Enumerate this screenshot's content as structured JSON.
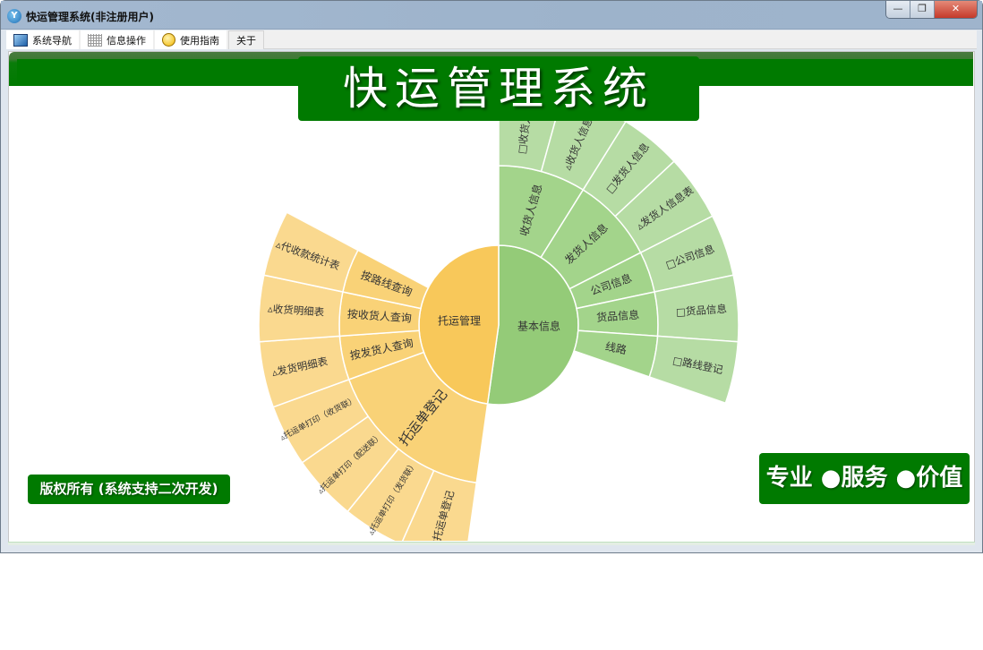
{
  "window": {
    "title": "快运管理系统(非注册用户)",
    "controls": {
      "minimize": "—",
      "restore": "❐",
      "close": "✕"
    }
  },
  "menu": [
    {
      "label": "系统导航",
      "icon": "monitor-icon"
    },
    {
      "label": "信息操作",
      "icon": "grid-icon"
    },
    {
      "label": "使用指南",
      "icon": "help-icon"
    },
    {
      "label": "关于",
      "icon": ""
    }
  ],
  "banner": {
    "title": "快运管理系统"
  },
  "footer": {
    "copyright": "版权所有 (系统支持二次开发)",
    "slogan": "专业 ●服务 ●价值"
  },
  "sunburst": {
    "colors": {
      "green": [
        "#94cb78",
        "#a3d48b",
        "#b6dca4"
      ],
      "orange": [
        "#f8c85a",
        "#f9d277",
        "#fad98f"
      ]
    },
    "roots": [
      {
        "label": "基本信息",
        "color": "green",
        "children": [
          {
            "label": "收货人信息",
            "children": [
              {
                "label": "□收货人信息"
              },
              {
                "label": "▵收货人信息表"
              }
            ]
          },
          {
            "label": "发货人信息",
            "children": [
              {
                "label": "□发货人信息"
              },
              {
                "label": "▵发货人信息表"
              }
            ]
          },
          {
            "label": "公司信息",
            "children": [
              {
                "label": "□公司信息"
              }
            ]
          },
          {
            "label": "货品信息",
            "children": [
              {
                "label": "□货品信息"
              }
            ]
          },
          {
            "label": "线路",
            "children": [
              {
                "label": "□路线登记"
              }
            ]
          }
        ]
      },
      {
        "label": "托运管理",
        "color": "orange",
        "children": [
          {
            "label": "托运单登记",
            "children": [
              {
                "label": "□托运单登记"
              },
              {
                "label": "▵托运单打印（发货联）"
              },
              {
                "label": "▵托运单打印（配送联）"
              },
              {
                "label": "▵托运单打印（收货联）"
              }
            ]
          },
          {
            "label": "按发货人查询",
            "children": [
              {
                "label": "▵发货明细表"
              }
            ]
          },
          {
            "label": "按收货人查询",
            "children": [
              {
                "label": "▵收货明细表"
              }
            ]
          },
          {
            "label": "按路线查询",
            "children": [
              {
                "label": "▵代收款统计表"
              }
            ]
          }
        ]
      }
    ]
  }
}
